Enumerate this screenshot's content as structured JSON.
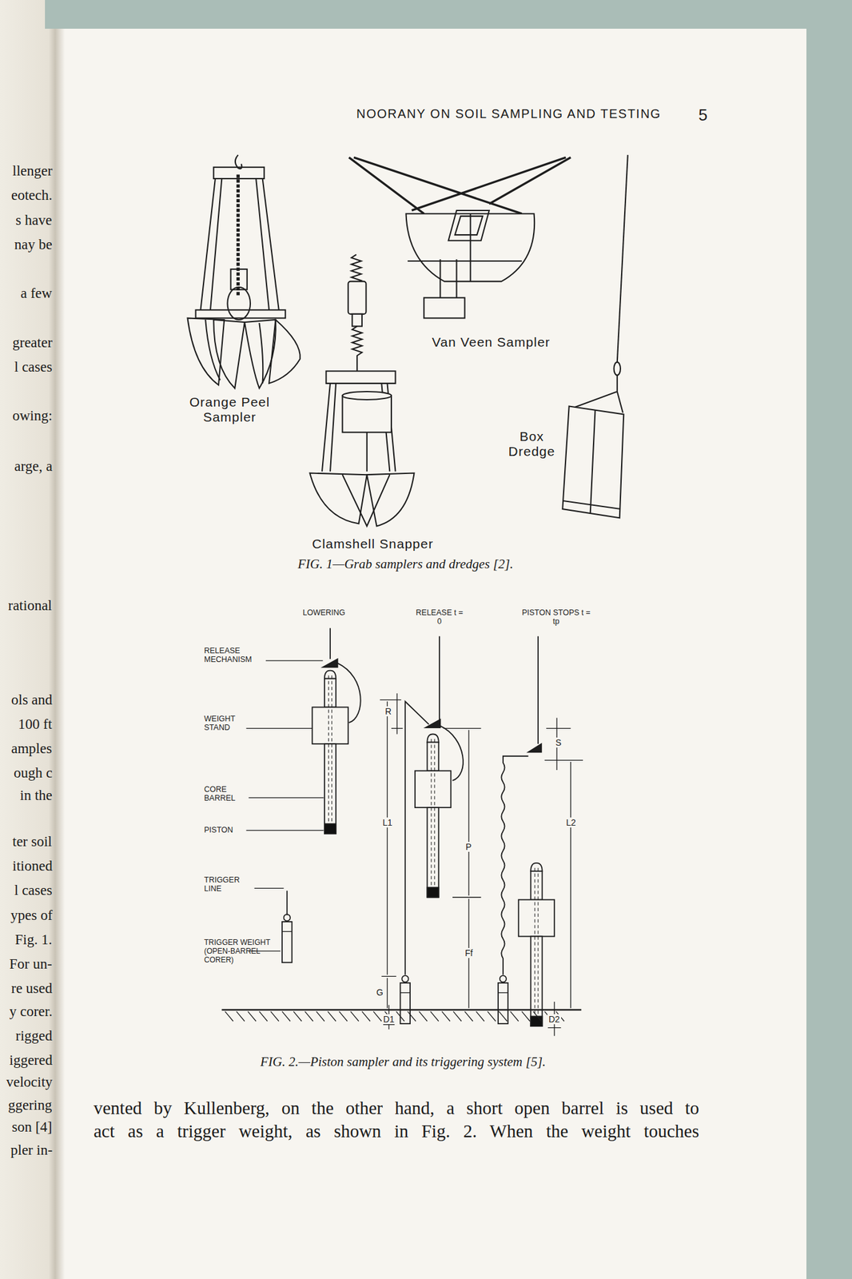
{
  "diagram": {
    "title": "NOORANY ON SOIL SAMPLING AND TESTING",
    "labels": [
      "5",
      "llenger",
      "eotech.",
      "s have",
      "nay be",
      "a few",
      "greater",
      "l cases",
      "owing:",
      "arge, a",
      "rational",
      "ols and",
      "100 ft",
      "amples",
      "ough c",
      "in the",
      "ter soil",
      "itioned",
      "l cases",
      "ypes of",
      "Fig. 1.",
      "For un-",
      "re used",
      "y corer.",
      "rigged",
      "iggered",
      "velocity",
      "ggering",
      "son [4]",
      "pler in-",
      "Orange Peel Sampler",
      "Van Veen Sampler",
      "Box Dredge",
      "Clamshell Snapper",
      "FIG. 1—Grab samplers and dredges [2].",
      "LOWERING",
      "RELEASE t = 0",
      "PISTON STOPS t = tp",
      "RELEASE MECHANISM",
      "WEIGHT STAND",
      "CORE BARREL",
      "PISTON",
      "TRIGGER LINE",
      "TRIGGER WEIGHT (OPEN-BARREL CORER)",
      "R",
      "L1",
      "P",
      "Ff",
      "G",
      "D1",
      "S",
      "L2",
      "D2",
      "FIG. 2.—Piston sampler and its triggering system [5].",
      "vented by Kullenberg, on the other hand, a short open barrel is used to",
      "act as a trigger weight, as shown in Fig. 2. When the weight touches"
    ]
  }
}
